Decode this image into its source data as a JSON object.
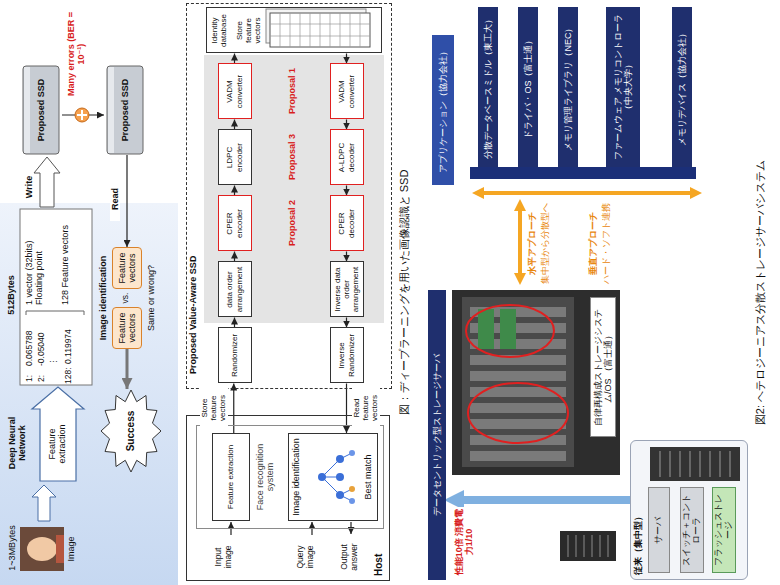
{
  "diagram": {
    "nodes": [
      {
        "text": [
          "Proposed SSD"
        ]
      },
      {
        "text": [
          "Proposed SSD"
        ]
      },
      {
        "text": [
          "Feature vectors"
        ]
      },
      {
        "text": [
          "Feature vectors"
        ]
      },
      {
        "text": [
          "Success"
        ]
      },
      {
        "text": [
          "Host"
        ]
      },
      {
        "text": [
          "Face recognition system"
        ],
        "in": 5
      },
      {
        "text": [
          "Feature extraction"
        ],
        "in": 6
      },
      {
        "text": [
          "Image identification",
          "Best match"
        ],
        "in": 6
      },
      {
        "text": [
          "Proposed Value-Aware SSD"
        ]
      },
      {
        "text": [
          "Randomizer"
        ],
        "in": 9
      },
      {
        "text": [
          "data order arrangement"
        ],
        "in": 9
      },
      {
        "text": [
          "CPER encoder"
        ],
        "in": 9
      },
      {
        "text": [
          "LDPC encoder"
        ],
        "in": 9
      },
      {
        "text": [
          "VADM converter"
        ],
        "in": 9
      },
      {
        "text": [
          "Identity database",
          "Store feature vectors"
        ],
        "in": 9
      },
      {
        "text": [
          "VADM converter"
        ],
        "in": 9
      },
      {
        "text": [
          "A-LDPC decoder"
        ],
        "in": 9
      },
      {
        "text": [
          "CPER decoder"
        ],
        "in": 9
      },
      {
        "text": [
          "Inverse data order arrangement"
        ],
        "in": 9
      },
      {
        "text": [
          "Inverse Randomizer"
        ],
        "in": 9
      },
      {
        "text": [
          "データセントリック型ストレージサーバ"
        ]
      },
      {
        "text": [
          "自律再構成ストレージシステム/OS （富士通）"
        ]
      },
      {
        "text": [
          "アプリケーション（協力会社）"
        ]
      },
      {
        "text": [
          "分散データベースミドル（東工大）"
        ]
      },
      {
        "text": [
          "ドライバ・OS（富士通）"
        ]
      },
      {
        "text": [
          "メモリ管理ライブラリ（NEC）"
        ]
      },
      {
        "text": [
          "ファームウェア メモリコントローラ（中央大学）"
        ]
      },
      {
        "text": [
          "メモリデバイス（協力会社）"
        ]
      },
      {
        "text": [
          "従来（集中型）"
        ]
      },
      {
        "text": [
          "サーバ"
        ],
        "in": 29
      },
      {
        "text": [
          "スイッチ＋コントローラ"
        ],
        "in": 29
      },
      {
        "text": [
          "フラッシュストレージ"
        ],
        "in": 29
      }
    ],
    "edges": [
      {
        "from": 1,
        "to": 3,
        "arrow": "to",
        "label": "Read"
      },
      {
        "from": 2,
        "to": 4,
        "arrow": "to"
      },
      {
        "from": 7,
        "to": 10,
        "arrow": "to",
        "label": "Store feature vectors"
      },
      {
        "from": 10,
        "to": 11,
        "arrow": "to"
      },
      {
        "from": 11,
        "to": 12,
        "arrow": "to"
      },
      {
        "from": 12,
        "to": 13,
        "arrow": "to"
      },
      {
        "from": 13,
        "to": 14,
        "arrow": "to"
      },
      {
        "from": 14,
        "to": 15,
        "arrow": "to"
      },
      {
        "from": 15,
        "to": 16,
        "arrow": "to"
      },
      {
        "from": 16,
        "to": 17,
        "arrow": "to"
      },
      {
        "from": 17,
        "to": 18,
        "arrow": "to"
      },
      {
        "from": 18,
        "to": 19,
        "arrow": "to"
      },
      {
        "from": 19,
        "to": 20,
        "arrow": "to"
      },
      {
        "from": 20,
        "to": 8,
        "arrow": "to",
        "label": "Read feature vectors"
      },
      {
        "from": 29,
        "to": 21,
        "arrow": "to",
        "label": "性能10倍 消費電力1/10"
      }
    ],
    "labels": [
      "1~3MBytes",
      "Image",
      "Deep Neural Network",
      "Feature extraction",
      "512Bytes",
      "1:",
      "0.065788",
      "2:",
      "-0.05040",
      "⋮",
      "128:",
      "0.119974",
      "1 vector (32bits) Floating point",
      "128 Feature vectors",
      "Write",
      "Many errors (BER = 10⁻¹)",
      "Image identification",
      "vs.",
      "Same or wrong?",
      "Input image",
      "Query image",
      "Output answer",
      "Proposal 1",
      "Proposal 2",
      "Proposal 3",
      "図：ディープラーニングを用いた画像認識と SSD",
      "水平アプローチ",
      "集中型から分散型へ",
      "垂直アプローチ",
      "ハード・ソフト連携",
      "図2: ヘテロジーニアス分散ストレージサーバシステム"
    ]
  }
}
